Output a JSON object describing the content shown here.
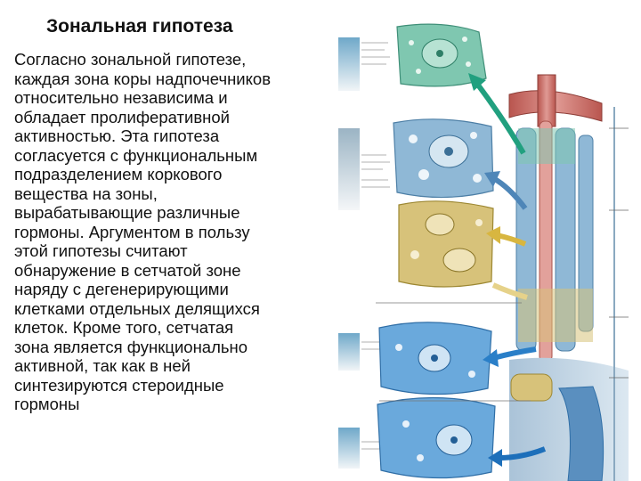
{
  "slide": {
    "title": "Зональная гипотеза",
    "body_lines": [
      "Согласно зональной гипотезе,",
      "каждая зона коры надпочечников",
      "относительно независима и",
      "обладает пролиферативной",
      "активностью. Эта гипотеза",
      "согласуется с функциональным",
      "подразделением коркового",
      "вещества на зоны,",
      "вырабатывающие различные",
      "гормоны. Аргументом в пользу",
      "этой гипотезы считают",
      "обнаружение  в сетчатой зоне",
      "наряду с дегенерирующими",
      "клетками отдельных делящихся",
      "клеток. Кроме того, сетчатая",
      "зона является функционально",
      "активной, так как в ней",
      "синтезируются стероидные",
      "гормоны"
    ]
  },
  "figure": {
    "cell_colors": {
      "glomerulosa": "#7fc7b0",
      "fasciculata": "#8fb8d6",
      "reticularis": "#d7c27a",
      "medulla": "#6aa9dc"
    },
    "arrow_colors": [
      "#21a07f",
      "#4e86b8",
      "#d8b640",
      "#e6d28a",
      "#2a7fc8",
      "#1d6fba"
    ],
    "vessel_color": "#c9706b"
  }
}
